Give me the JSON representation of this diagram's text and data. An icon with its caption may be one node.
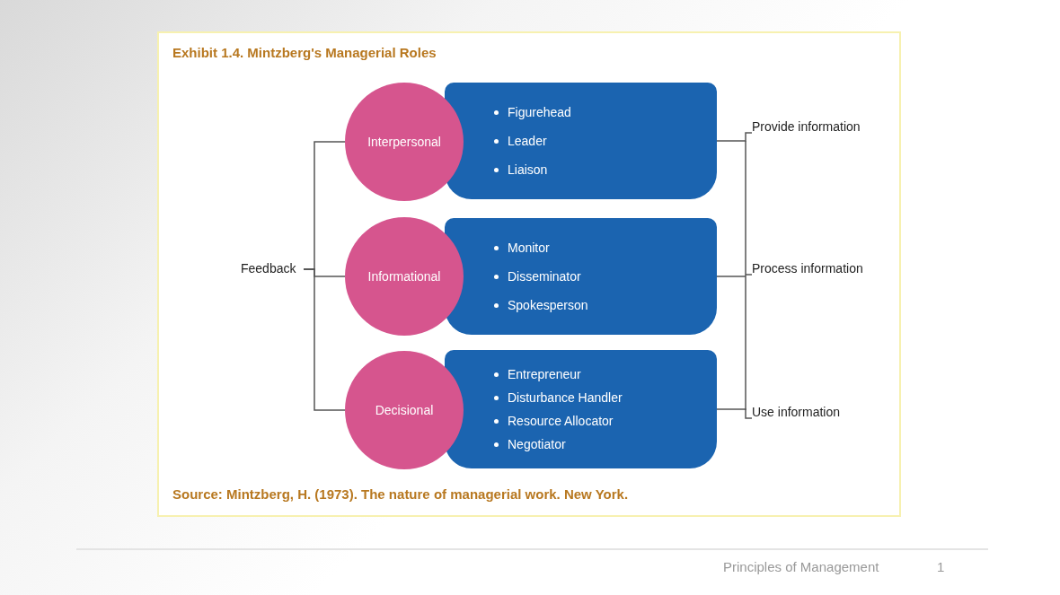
{
  "diagram": {
    "title": "Exhibit 1.4. Mintzberg's Managerial Roles",
    "caption": "Source: Mintzberg, H. (1973). The nature of managerial work. New York.",
    "nodes": [
      {
        "text": [
          "Feedback"
        ]
      },
      {
        "text": [
          "Interpersonal"
        ]
      },
      {
        "text": [
          "Figurehead",
          "Leader",
          "Liaison"
        ]
      },
      {
        "text": [
          "Informational"
        ]
      },
      {
        "text": [
          "Monitor",
          "Disseminator",
          "Spokesperson"
        ]
      },
      {
        "text": [
          "Decisional"
        ]
      },
      {
        "text": [
          "Entrepreneur",
          "Disturbance Handler",
          "Resource Allocator",
          "Negotiator"
        ]
      },
      {
        "text": [
          "Provide information"
        ]
      },
      {
        "text": [
          "Process information"
        ]
      },
      {
        "text": [
          "Use information"
        ]
      }
    ],
    "edges": [
      {
        "from": 0,
        "to": 1,
        "arrow": "none"
      },
      {
        "from": 0,
        "to": 3,
        "arrow": "none"
      },
      {
        "from": 0,
        "to": 5,
        "arrow": "none"
      },
      {
        "from": 2,
        "to": 7,
        "arrow": "none"
      },
      {
        "from": 4,
        "to": 8,
        "arrow": "none"
      },
      {
        "from": 6,
        "to": 9,
        "arrow": "none"
      }
    ],
    "labels": [
      "Principles of Management",
      "1"
    ]
  }
}
